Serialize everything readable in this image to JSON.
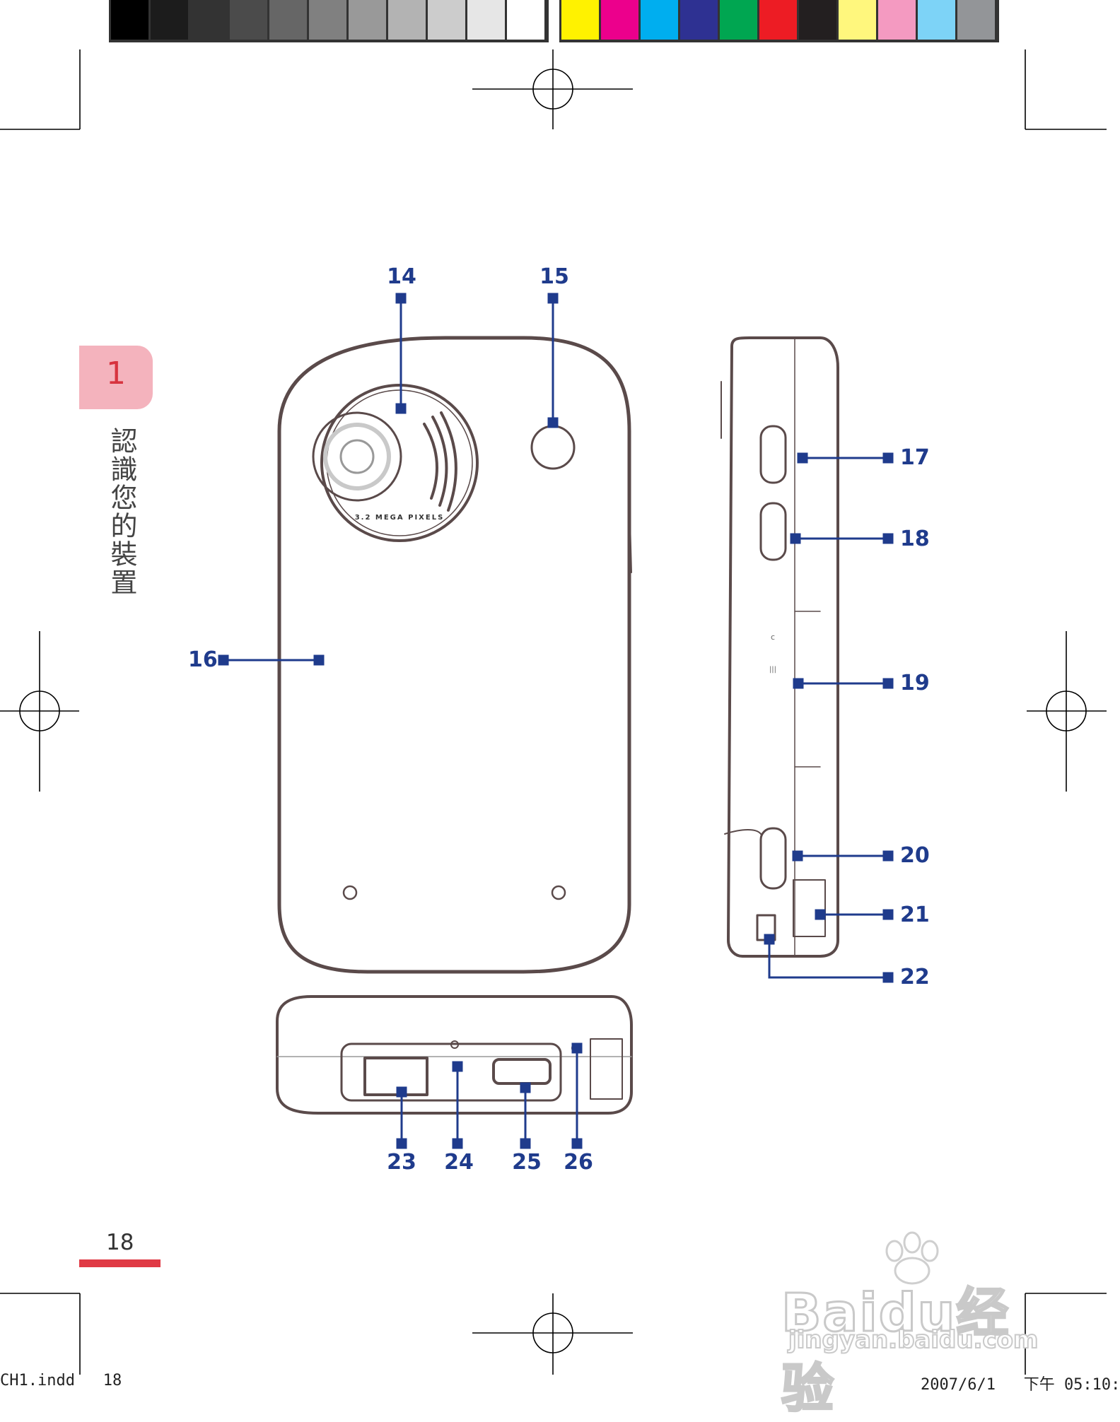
{
  "color_bar": {
    "grays": [
      "#000000",
      "#1c1c1c",
      "#333333",
      "#4b4b4b",
      "#666666",
      "#808080",
      "#999999",
      "#b3b3b3",
      "#cccccc",
      "#e6e6e6",
      "#ffffff"
    ],
    "colors": [
      "#fff200",
      "#ec008c",
      "#00aeef",
      "#2e3192",
      "#00a651",
      "#ed1c24",
      "#231f20",
      "#fff77d",
      "#f49ac1",
      "#7dd3f7",
      "#939598"
    ]
  },
  "chapter": {
    "number": "1",
    "title": "認識您的裝置"
  },
  "callouts": {
    "c14": "14",
    "c15": "15",
    "c16": "16",
    "c17": "17",
    "c18": "18",
    "c19": "19",
    "c20": "20",
    "c21": "21",
    "c22": "22",
    "c23": "23",
    "c24": "24",
    "c25": "25",
    "c26": "26"
  },
  "device": {
    "camera_ring_text": "3.2 MEGA PIXELS"
  },
  "footer": {
    "page_number": "18",
    "slug_left": "CH1.indd   18",
    "slug_right": "2007/6/1   下午 05:10:"
  },
  "watermark": {
    "brand": "Baidu经验",
    "url": "jingyan.baidu.com"
  },
  "colors": {
    "callout_blue": "#1f3b8c",
    "accent_red": "#e03a45",
    "tab_pink": "#f4b3bd"
  }
}
